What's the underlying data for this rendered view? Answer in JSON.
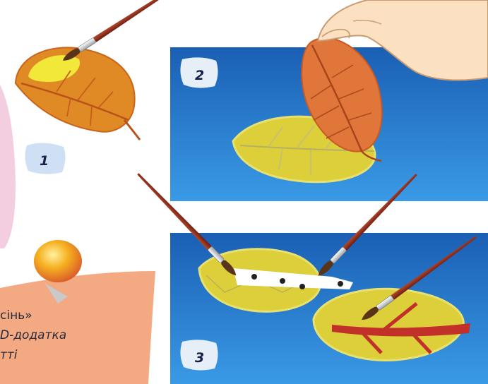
{
  "steps": [
    {
      "number": "1"
    },
    {
      "number": "2"
    },
    {
      "number": "3"
    }
  ],
  "note": {
    "line1": "сінь»",
    "line2": "D-додатка",
    "line3": "тті"
  },
  "colors": {
    "panel_top": "#1a5fb4",
    "panel_bottom": "#3a8ee0",
    "orange_leaf": "#e8872a",
    "yellow_leaf": "#d9cf3a",
    "note_paper": "#f2a97a",
    "pink_card": "#f3cde0",
    "brush_handle": "#8c2a1a",
    "pin_head": "#f0a020"
  },
  "icons": [
    "leaf-icon",
    "paintbrush-icon",
    "hand-icon",
    "pushpin-icon"
  ]
}
